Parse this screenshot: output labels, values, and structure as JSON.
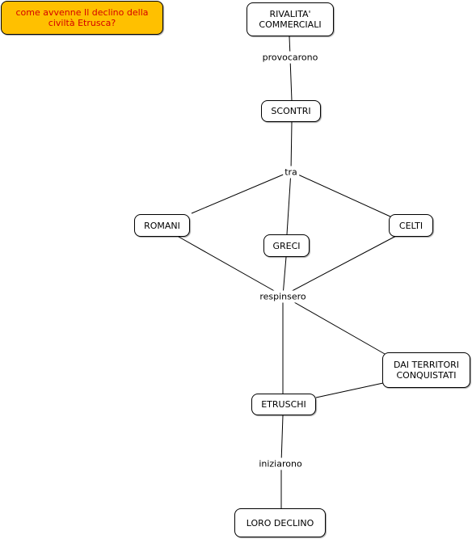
{
  "question": "come avvenne Il declino della civiltà Etrusca?",
  "nodes": {
    "rivalita": "RIVALITA' COMMERCIALI",
    "scontri": "SCONTRI",
    "romani": "ROMANI",
    "greci": "GRECI",
    "celti": "CELTI",
    "territori": "DAI TERRITORI CONQUISTATI",
    "etruschi": "ETRUSCHI",
    "declino": "LORO DECLINO"
  },
  "links": {
    "provocarono": "provocarono",
    "tra": "tra",
    "respinsero": "respinsero",
    "iniziarono": "iniziarono"
  },
  "colors": {
    "question_bg": "#ffc000",
    "question_text": "#d40000"
  }
}
